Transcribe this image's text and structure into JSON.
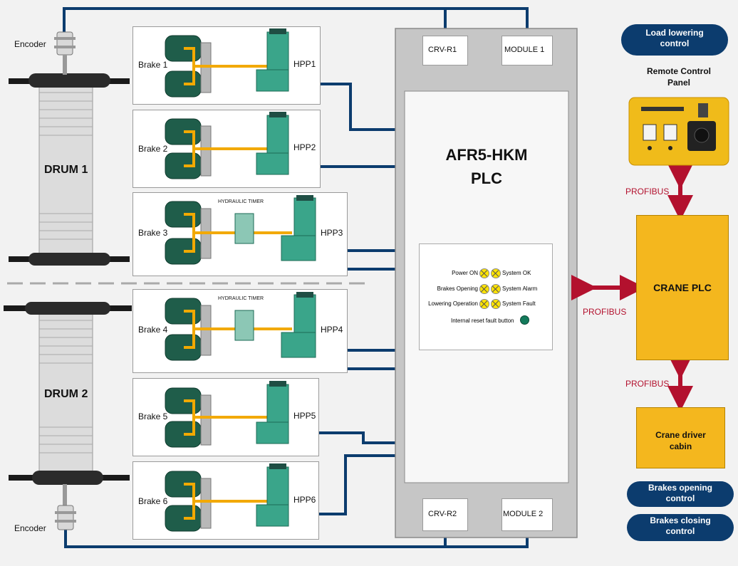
{
  "encoders": {
    "top": "Encoder",
    "bottom": "Encoder"
  },
  "drums": {
    "drum1": "DRUM 1",
    "drum2": "DRUM 2"
  },
  "brakes": [
    {
      "label": "Brake 1",
      "hpp": "HPP1",
      "timer": ""
    },
    {
      "label": "Brake 2",
      "hpp": "HPP2",
      "timer": ""
    },
    {
      "label": "Brake 3",
      "hpp": "HPP3",
      "timer": "HYDRAULIC TIMER"
    },
    {
      "label": "Brake 4",
      "hpp": "HPP4",
      "timer": "HYDRAULIC TIMER"
    },
    {
      "label": "Brake 5",
      "hpp": "HPP5",
      "timer": ""
    },
    {
      "label": "Brake 6",
      "hpp": "HPP6",
      "timer": ""
    }
  ],
  "plc": {
    "title_line1": "AFR5-HKM",
    "title_line2": "PLC",
    "crv_r1": "CRV-R1",
    "module1": "MODULE 1",
    "crv_r2": "CRV-R2",
    "module2": "MODULE 2",
    "indicators": {
      "power_on": "Power ON",
      "system_ok": "System OK",
      "brakes_opening": "Brakes Opening",
      "system_alarm": "System Alarm",
      "lowering_operation": "Lowering Operation",
      "system_fault": "System Fault",
      "reset_button": "Internal reset fault button"
    }
  },
  "right": {
    "load_lowering": "Load lowering control",
    "remote_panel_line1": "Remote Control",
    "remote_panel_line2": "Panel",
    "profibus_top": "PROFIBUS",
    "profibus_mid": "PROFIBUS",
    "profibus_bottom": "PROFIBUS",
    "crane_plc": "CRANE PLC",
    "driver_cabin_line1": "Crane driver",
    "driver_cabin_line2": "cabin",
    "brakes_opening": "Brakes opening control",
    "brakes_closing": "Brakes closing control"
  },
  "colors": {
    "cable": "#0c3c6e",
    "hydraulic_pipe": "#f2a900",
    "profibus_arrow": "#b3112e",
    "profibus_text": "#b3112e",
    "crane_plc_fill": "#f4b71e",
    "brake_green": "#1f5d4a",
    "hpp_green": "#3aa58a",
    "plc_cabinet": "#c6c6c6"
  }
}
